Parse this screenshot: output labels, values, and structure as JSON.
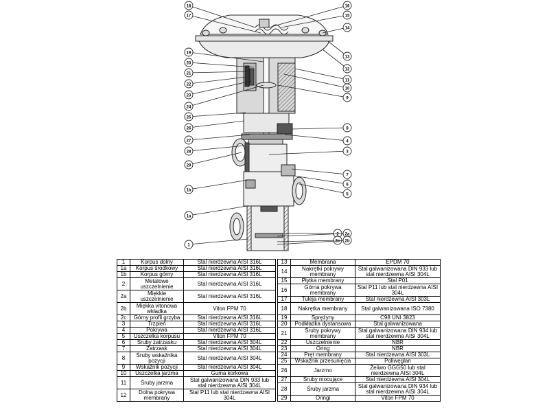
{
  "callouts_left": [
    "18",
    "17",
    "19",
    "20",
    "21",
    "22",
    "23",
    "24",
    "25",
    "26",
    "27",
    "28",
    "29",
    "1b",
    "1a",
    "1"
  ],
  "callouts_right": [
    "16",
    "15",
    "14",
    "13",
    "12",
    "11",
    "10",
    "9",
    "8",
    "4",
    "3",
    "7",
    "6",
    "5",
    "2",
    "2a",
    "2c",
    "2b"
  ],
  "parts_left": [
    {
      "no": "1",
      "name": "Korpus dolny",
      "material": "Stal nierdzewna AISI 316L"
    },
    {
      "no": "1a",
      "name": "Korpus środkowy",
      "material": "Stal nierdzewna AISI 316L"
    },
    {
      "no": "1b",
      "name": "Korpus górny",
      "material": "Stal nierdzewna AISI 316L"
    },
    {
      "no": "2",
      "name": "Metalowe uszczelnienie",
      "material": "Stal nierdzewna AISI 316L"
    },
    {
      "no": "2a",
      "name": "Miękkie uszczelnienie",
      "material": "Stal nierdzewna AISI 316L"
    },
    {
      "no": "2b",
      "name": "Miękka vitonowa wkładka",
      "material": "Viton FPM 70"
    },
    {
      "no": "2c",
      "name": "Górny profil grzyba",
      "material": "Stal nierdzewna AISI 316L"
    },
    {
      "no": "3",
      "name": "Trzpień",
      "material": "Stal nierdzewna AISI 316L"
    },
    {
      "no": "4",
      "name": "Pokrywa",
      "material": "Stal nierdzewna AISI 316L"
    },
    {
      "no": "5",
      "name": "Uszczelka korpusu",
      "material": "Viton FPM 70"
    },
    {
      "no": "6",
      "name": "Śruby zatrzasku",
      "material": "Stal nierdzewna AISI 304L"
    },
    {
      "no": "7",
      "name": "Zatrzask",
      "material": "Stal nierdzewna AISI 304L"
    },
    {
      "no": "8",
      "name": "Śruby wskaźnika pozycji",
      "material": "Stal nierdzewna AISI 304L"
    },
    {
      "no": "9",
      "name": "Wskaźnik pozycji",
      "material": "Stal nierdzewna AISI 304L"
    },
    {
      "no": "10",
      "name": "Uszczelka jarzma",
      "material": "Guma korkowa"
    },
    {
      "no": "11",
      "name": "Śruby jarzma",
      "material": "Stal galwanizowana DIN 933 lub stal nierdzewna AISI 304L"
    },
    {
      "no": "12",
      "name": "Dolna pokrywa membrany",
      "material": "Stal P11 lub stal nierdzewna AISI 304L"
    }
  ],
  "parts_right": [
    {
      "no": "13",
      "name": "Membrana",
      "material": "EPDM 70"
    },
    {
      "no": "14",
      "name": "Nakrętki pokrywy membrany",
      "material": "Stal galwanizowana DIN 933 lub stal nierdzewna AISI 304L"
    },
    {
      "no": "15",
      "name": "Płytka membrany",
      "material": "Stal P01"
    },
    {
      "no": "16",
      "name": "Górna pokrywa membrany",
      "material": "Stal P11 lub stal nierdzewna AISI 304L"
    },
    {
      "no": "17",
      "name": "Tuleja membrany",
      "material": "Stal nierdzewna AISI 303L"
    },
    {
      "no": "18",
      "name": "Nakrętka membrany",
      "material": "Stal galwanizowana ISO 7380"
    },
    {
      "no": "19",
      "name": "Sprężyny",
      "material": "C98 UNI 3823"
    },
    {
      "no": "20",
      "name": "Podkładka dystansowa",
      "material": "Stal galwanizowana"
    },
    {
      "no": "21",
      "name": "Śruby pokrywy membrany",
      "material": "Stal galwanizowana DIN 934 lub stal nierdzewna AISI 304L"
    },
    {
      "no": "22",
      "name": "Uszczelnienie",
      "material": "NBR"
    },
    {
      "no": "23",
      "name": "Oring",
      "material": "NBR"
    },
    {
      "no": "24",
      "name": "Pręt membrany",
      "material": "Stal nierdzewna AISI 303L"
    },
    {
      "no": "25",
      "name": "Wskaźnik przesunięcia",
      "material": "Poliwęglan"
    },
    {
      "no": "26",
      "name": "Jarzmo",
      "material": "Żeliwo GGG50 lub stal nierdzewna AISI 304L"
    },
    {
      "no": "27",
      "name": "Śruby mocujące",
      "material": "Stal nierdzewna AISI 304L"
    },
    {
      "no": "28",
      "name": "Śruby jarzma",
      "material": "Stal galwanizowana DIN 934 lub stal nierdzewna AISI 304L"
    },
    {
      "no": "29",
      "name": "Oringi",
      "material": "Viton FPM 70"
    }
  ]
}
